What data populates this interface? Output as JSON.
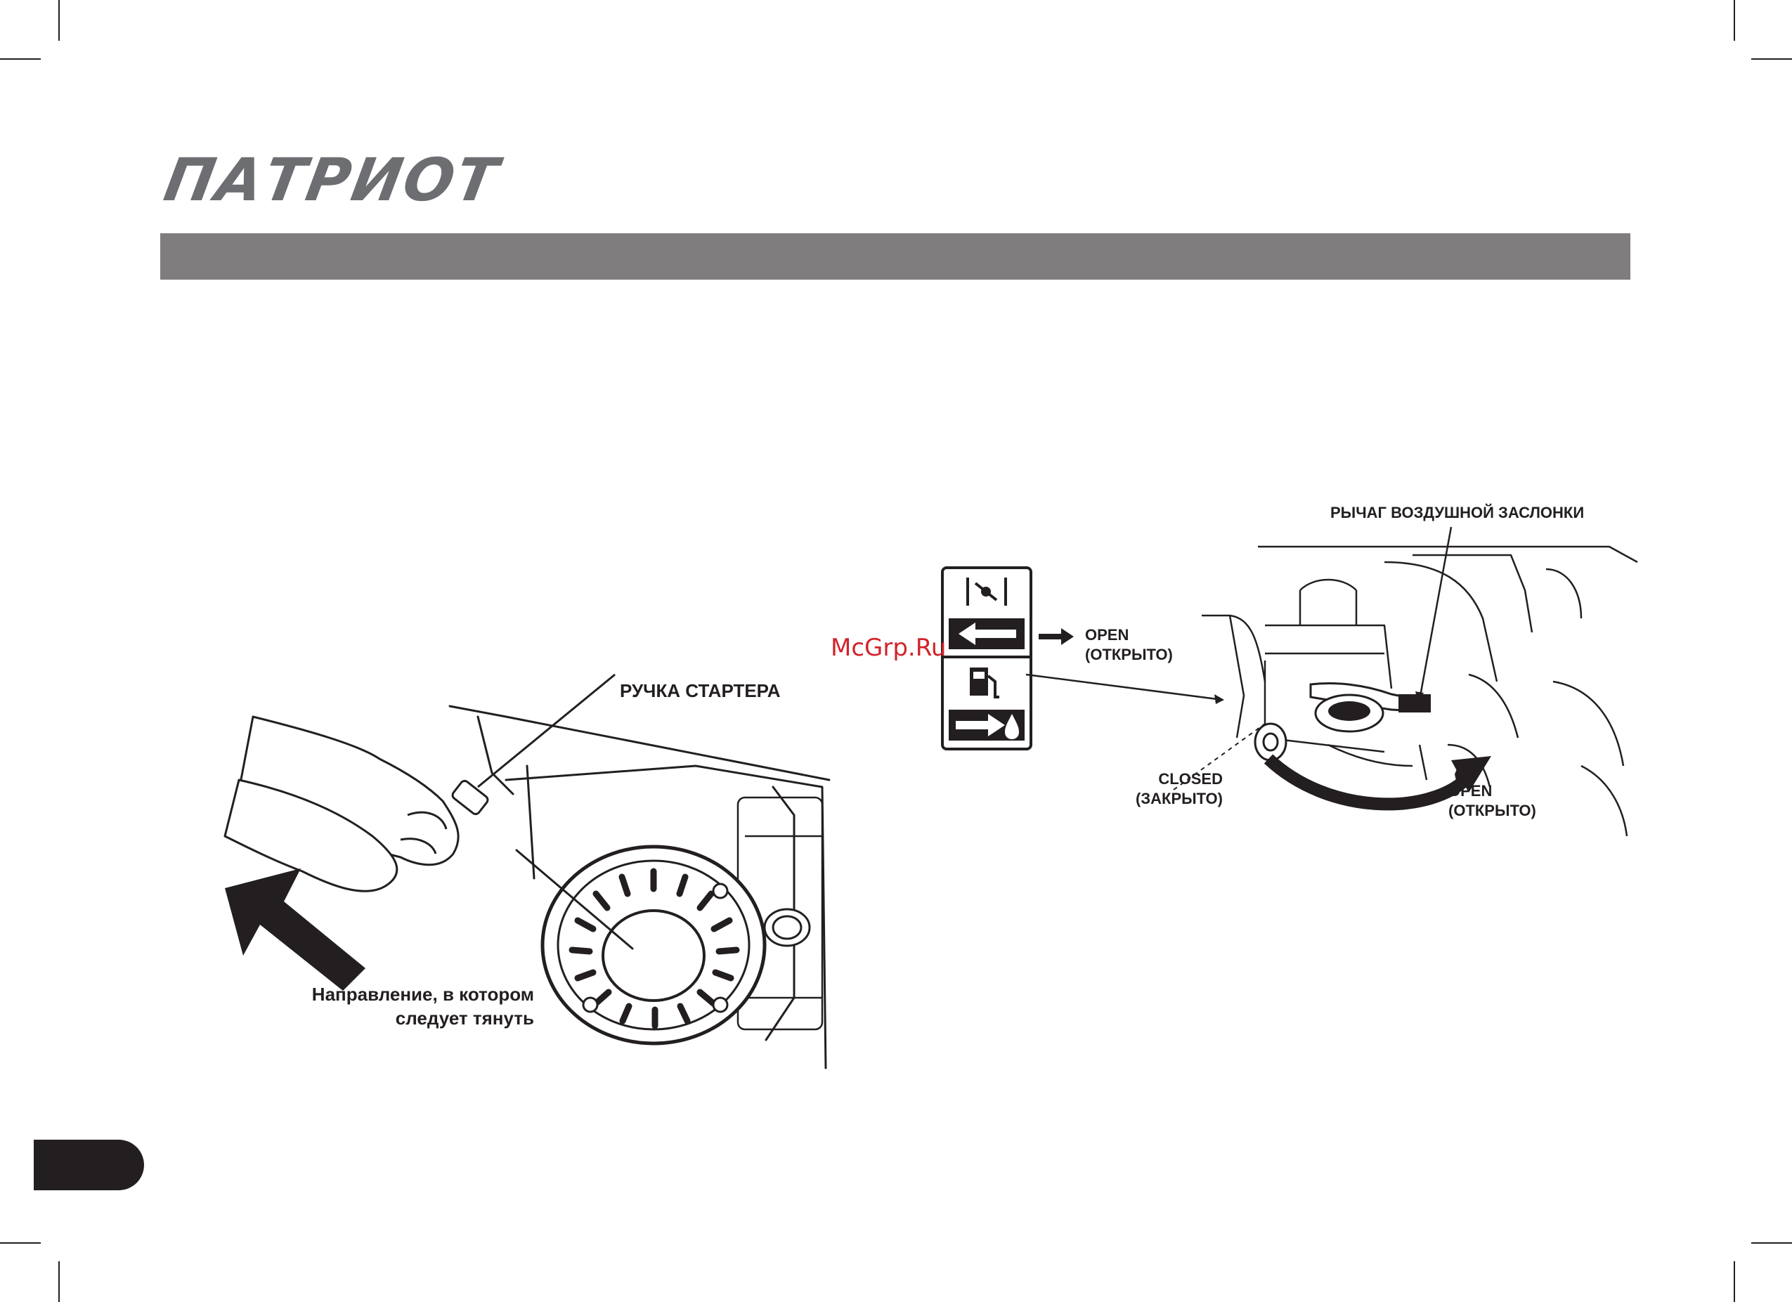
{
  "brand": {
    "logo_text": "ПАТРИОТ"
  },
  "figures": {
    "starter": {
      "handle_label": "РУЧКА СТАРТЕРА",
      "direction_label_line1": "Направление, в котором",
      "direction_label_line2": "следует тянуть"
    },
    "choke": {
      "lever_label": "РЫЧАГ ВОЗДУШНОЙ ЗАСЛОНКИ",
      "open_label": "OPEN",
      "open_label_ru": "(ОТКРЫТО)",
      "closed_label": "CLOSED",
      "closed_label_ru": "(ЗАКРЫТО)",
      "open2_label": "OPEN",
      "open2_label_ru": "(ОТКРЫТО)"
    }
  },
  "watermark": "McGrp.Ru",
  "colors": {
    "header_bar": "#7f7d7e",
    "logo": "#6d6e71",
    "watermark": "#d2232a",
    "ink": "#231f20"
  }
}
